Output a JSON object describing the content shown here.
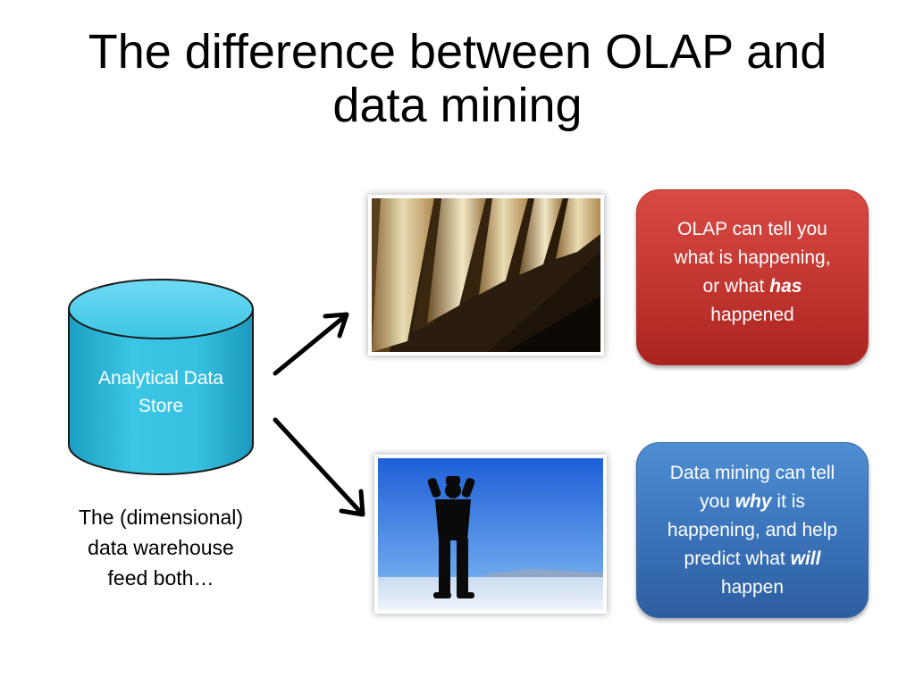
{
  "slide": {
    "title_lines": [
      "The difference between OLAP and",
      "data mining"
    ],
    "cylinder_label_lines": [
      "Analytical Data",
      "Store"
    ],
    "caption_lines": [
      "The (dimensional)",
      "data warehouse",
      "feed both…"
    ],
    "images": {
      "top": "books-photo",
      "bottom": "binoculars-man-photo"
    },
    "olap_box": {
      "line1": "OLAP can tell you",
      "line2": "what is happening,",
      "line3_pre": "or what ",
      "line3_emph": "has",
      "line4": "happened"
    },
    "mining_box": {
      "line1": "Data mining can tell",
      "line2_pre": "you ",
      "line2_emph": "why",
      "line2_post": " it is",
      "line3": "happening, and help",
      "line4_pre": "predict what ",
      "line4_emph": "will",
      "line5": "happen"
    },
    "colors": {
      "cylinder_fill": "#33bfe0",
      "cylinder_outline": "#1a1a1a",
      "olap_box": "#c43833",
      "mining_box": "#3b74ba",
      "arrow": "#000000"
    }
  }
}
